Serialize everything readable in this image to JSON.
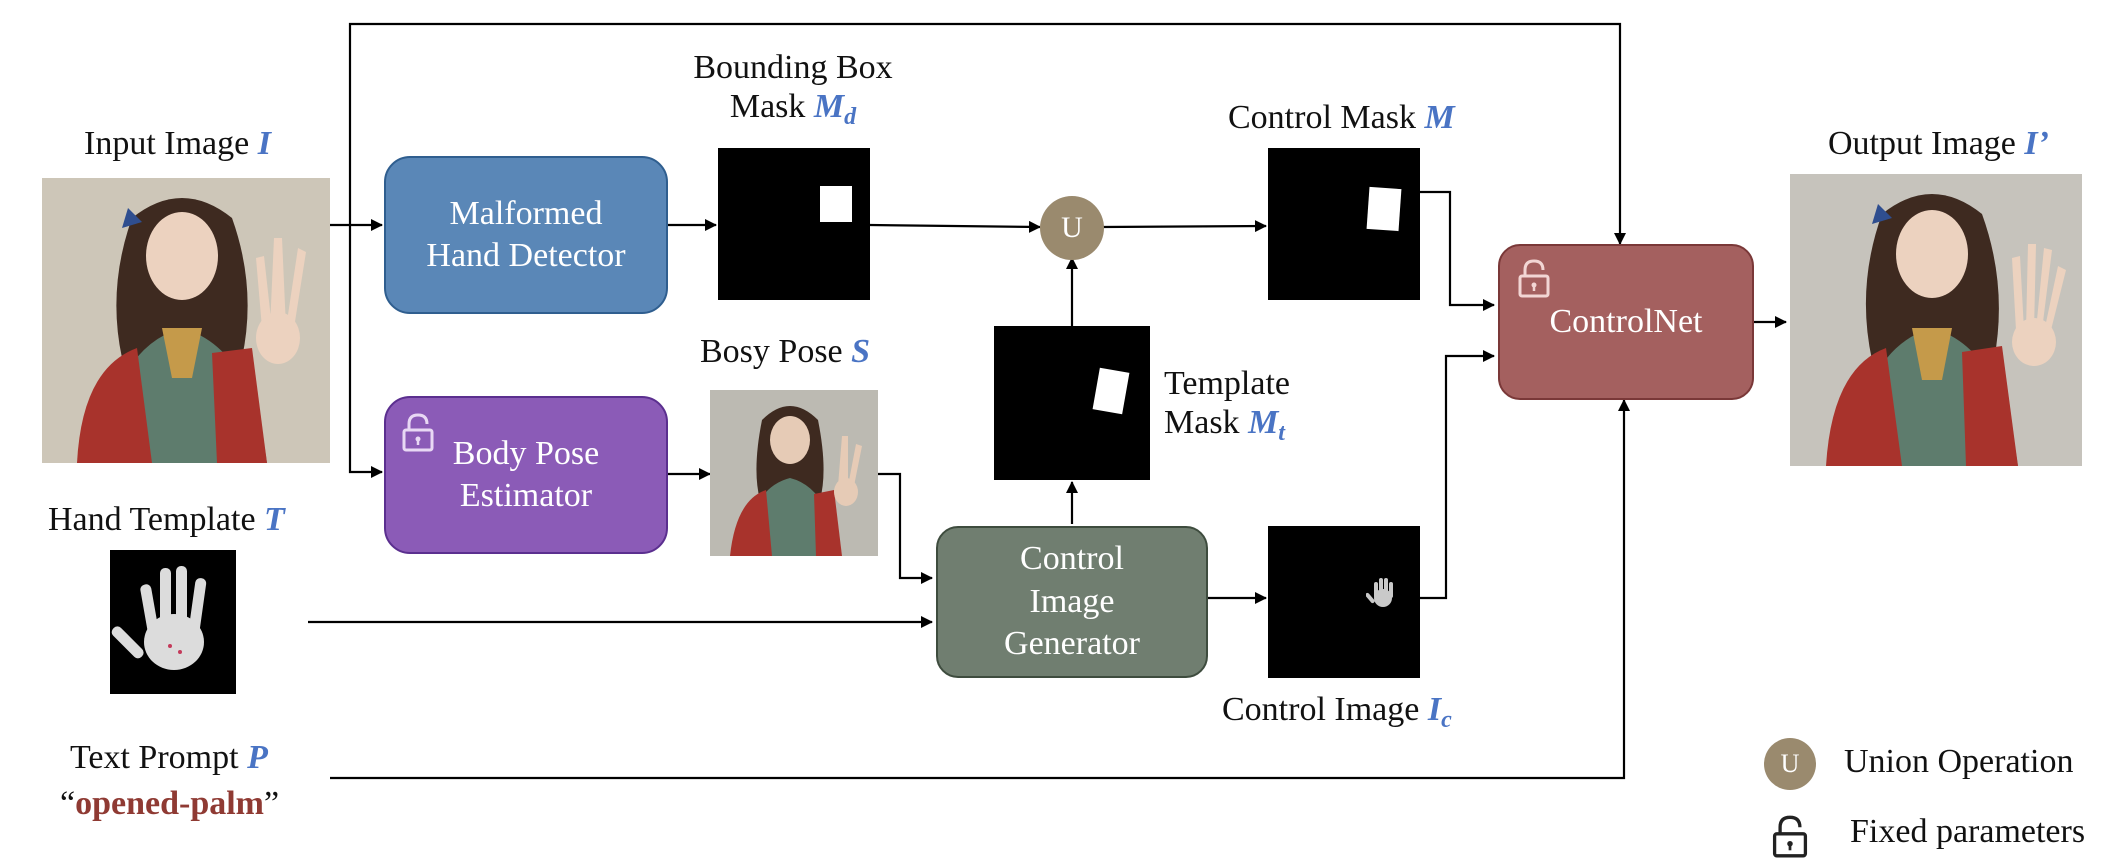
{
  "inputs": {
    "input_image": {
      "label": "Input Image",
      "symbol": "I"
    },
    "hand_template": {
      "label": "Hand Template",
      "symbol": "T"
    },
    "text_prompt": {
      "label": "Text Prompt",
      "symbol": "P",
      "prompt_open": "“",
      "prompt_value": "opened-palm",
      "prompt_close": "”"
    }
  },
  "modules": {
    "detector": {
      "label": "Malformed\nHand Detector",
      "color": "#5a87b7",
      "fixed": false
    },
    "pose_estimator": {
      "label": "Body Pose\nEstimator",
      "color": "#8b5bb7",
      "fixed": true
    },
    "control_generator": {
      "label": "Control\nImage\nGenerator",
      "color": "#707e70",
      "fixed": false
    },
    "controlnet": {
      "label": "ControlNet",
      "color": "#a4605f",
      "fixed": true
    },
    "union": {
      "label": "U",
      "color": "#9a8a6e"
    }
  },
  "intermediates": {
    "bbox_mask": {
      "line1": "Bounding Box",
      "line2": "Mask",
      "symbol": "M",
      "sub": "d"
    },
    "body_pose": {
      "label": "Bosy Pose",
      "symbol": "S"
    },
    "template_mask": {
      "line1": "Template",
      "line2": "Mask",
      "symbol": "M",
      "sub": "t"
    },
    "control_mask": {
      "label": "Control Mask",
      "symbol": "M"
    },
    "control_image": {
      "label": "Control Image",
      "symbol": "I",
      "sub": "c"
    }
  },
  "output": {
    "label": "Output Image",
    "symbol": "I’"
  },
  "legend": {
    "union_symbol": "U",
    "union_label": "Union Operation",
    "fixed_label": "Fixed parameters"
  },
  "colors": {
    "symbol_blue": "#4a74c4",
    "prompt_red": "#8f3a33",
    "wire": "#000000"
  }
}
